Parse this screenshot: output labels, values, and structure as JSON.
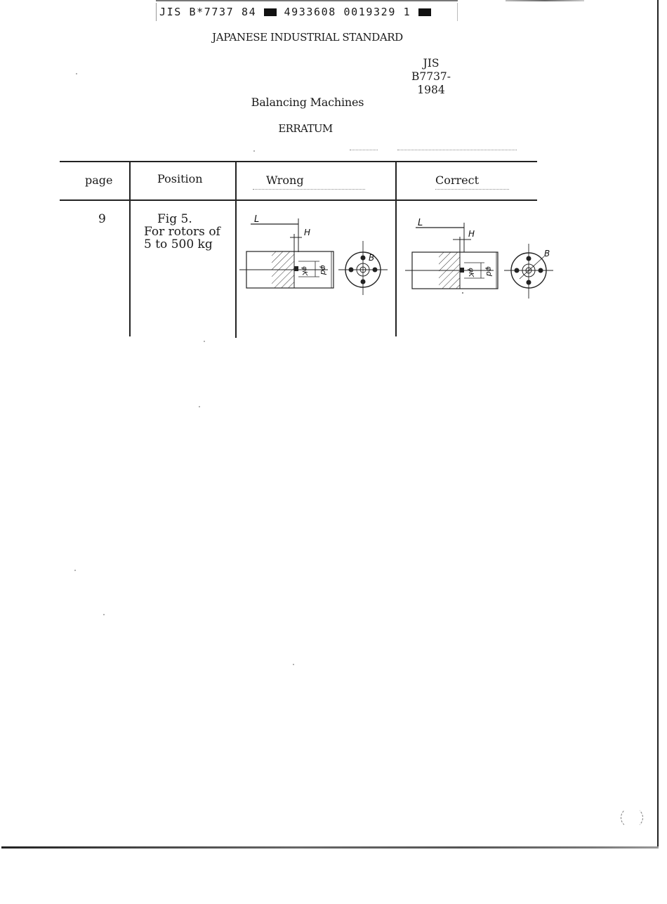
{
  "header": {
    "code_prefix": "JIS B*7737 84",
    "code_mid": "4933608 0019329 1"
  },
  "document": {
    "standard_title": "JAPANESE INDUSTRIAL STANDARD",
    "jis_prefix": "JIS",
    "jis_number": "B7737-1984",
    "title": "Balancing Machines",
    "subtitle": "ERRATUM"
  },
  "table": {
    "columns": [
      "page",
      "Position",
      "Wrong",
      "Correct"
    ],
    "rows": [
      {
        "page": "9",
        "position_line1": "Fig 5.",
        "position_line2": "For rotors of",
        "position_line3": "5 to 500 kg",
        "wrong_figure": "rotor-drawing-wrong",
        "correct_figure": "rotor-drawing-correct"
      }
    ],
    "figure_labels": {
      "length": "L",
      "hole_depth": "H",
      "diameter_k": "φK",
      "diameter_d": "φd",
      "bolt_label": "B"
    }
  },
  "colors": {
    "ink": "#1a1a1a",
    "paper": "#ffffff",
    "rule": "#222222"
  }
}
